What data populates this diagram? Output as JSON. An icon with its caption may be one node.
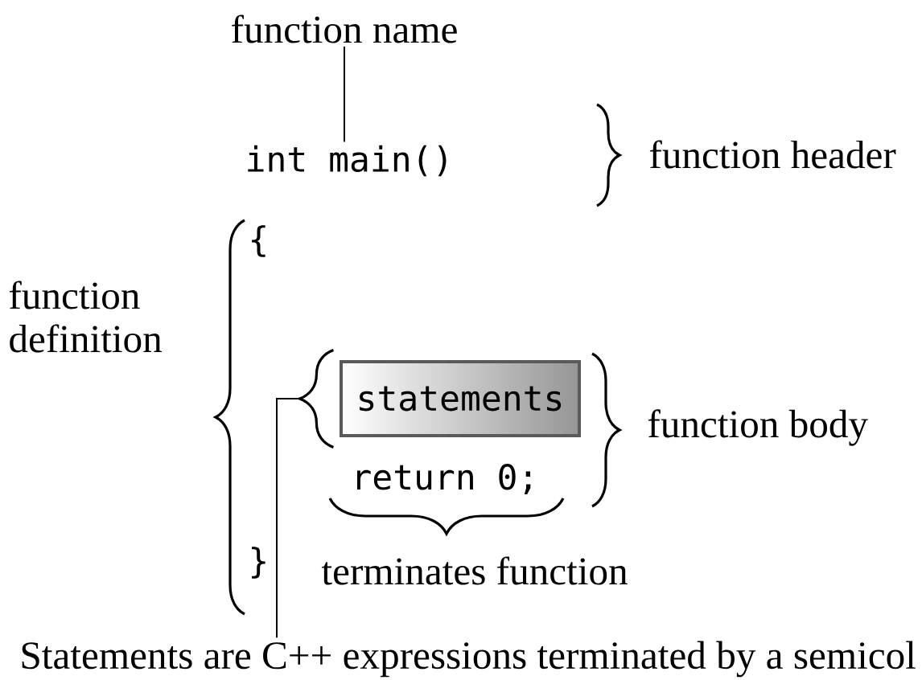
{
  "diagram": {
    "nodes": [
      {
        "text": [
          "function name"
        ]
      },
      {
        "text": [
          "int main()"
        ]
      },
      {
        "text": [],
        "shape": "brace"
      },
      {
        "text": [
          "statements"
        ]
      },
      {
        "text": [
          "Statements are C++ expressions terminated by a semicol"
        ]
      }
    ],
    "edges": [
      {
        "from": 0,
        "to": 1,
        "arrow": "none"
      },
      {
        "from": 4,
        "to": 2,
        "arrow": "none"
      }
    ],
    "labels": [
      "function header",
      "{",
      "function definition",
      "function body",
      "return 0;",
      "terminates function",
      "}"
    ]
  }
}
